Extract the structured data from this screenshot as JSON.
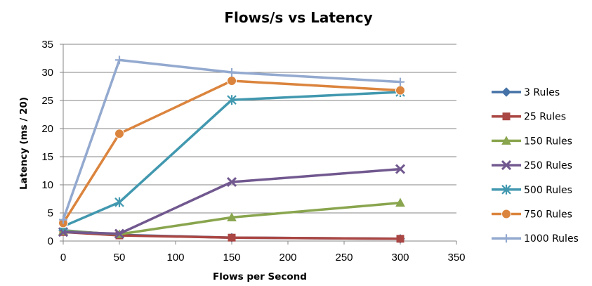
{
  "chart_data": {
    "type": "line",
    "title": "Flows/s vs Latency",
    "xlabel": "Flows per Second",
    "ylabel": "Latency (ms / 20)",
    "x": [
      0,
      50,
      150,
      300
    ],
    "xlim": [
      0,
      350
    ],
    "ylim": [
      0,
      35
    ],
    "x_ticks": [
      0,
      50,
      100,
      150,
      200,
      250,
      300,
      350
    ],
    "y_ticks": [
      0,
      5,
      10,
      15,
      20,
      25,
      30,
      35
    ],
    "grid": "horizontal",
    "legend_position": "right",
    "series": [
      {
        "name": "3 Rules",
        "color": "#4572A7",
        "marker": "diamond",
        "values": [
          1.9,
          1.1,
          0.6,
          0.4
        ]
      },
      {
        "name": "25 Rules",
        "color": "#AA4643",
        "marker": "square",
        "values": [
          1.6,
          1.0,
          0.6,
          0.4
        ]
      },
      {
        "name": "150 Rules",
        "color": "#89A54E",
        "marker": "triangle",
        "values": [
          1.8,
          1.2,
          4.2,
          6.8
        ]
      },
      {
        "name": "250 Rules",
        "color": "#71588F",
        "marker": "x",
        "values": [
          1.6,
          1.3,
          10.5,
          12.8
        ]
      },
      {
        "name": "500 Rules",
        "color": "#4198AF",
        "marker": "star",
        "values": [
          2.6,
          6.9,
          25.1,
          26.5
        ]
      },
      {
        "name": "750 Rules",
        "color": "#DB843D",
        "marker": "circle",
        "values": [
          3.2,
          19.1,
          28.5,
          26.8
        ]
      },
      {
        "name": "1000 Rules",
        "color": "#93A9CF",
        "marker": "plus",
        "values": [
          3.8,
          32.2,
          30.0,
          28.3
        ]
      }
    ]
  }
}
